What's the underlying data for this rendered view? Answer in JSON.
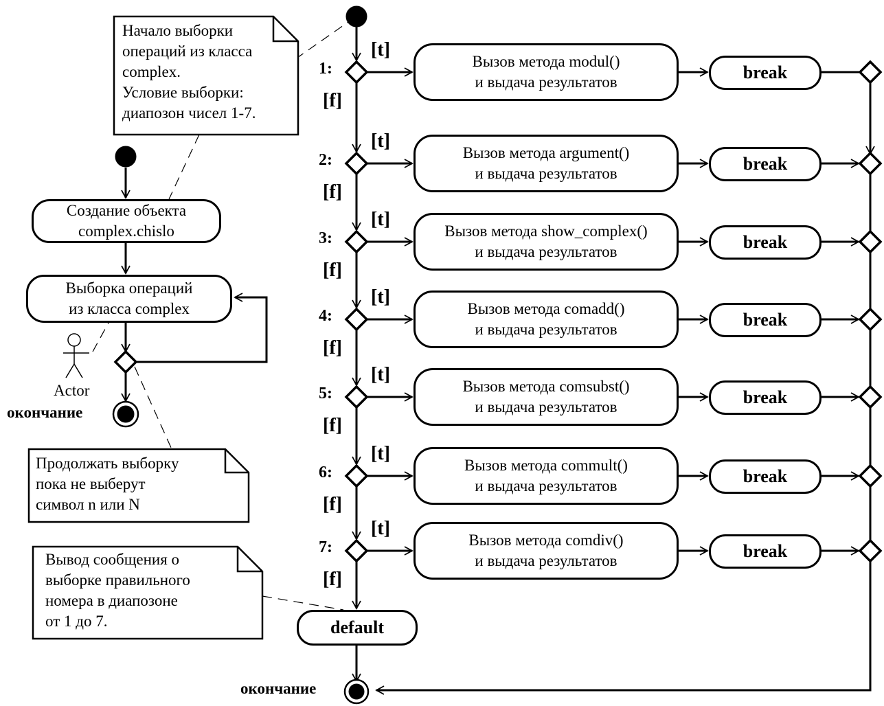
{
  "notes": {
    "selection_start": "Начало выборки\nопераций из класса\ncomplex.\n Условие выборки:\nдиапозон чисел 1-7.",
    "continue_selection": "Продолжать выборку\nпока не выберут\nсимвол  n или N",
    "default_message": "Вывод сообщения о\nвыборке правильного\nномера в диапозоне\nот 1 до 7."
  },
  "left_flow": {
    "create_object": "Создание объекта\ncomplex.chislo",
    "select_operations": "Выборка операций\nиз класса complex",
    "actor_label": "Actor",
    "end_label": "окончание"
  },
  "guards": {
    "true_label": "[t]",
    "false_label": "[f]"
  },
  "cases": [
    {
      "number": "1:",
      "action": "Вызов метода modul()\nи выдача результатов",
      "break_label": "break"
    },
    {
      "number": "2:",
      "action": "Вызов метода argument()\nи выдача результатов",
      "break_label": "break"
    },
    {
      "number": "3:",
      "action": "Вызов метода show_complex()\nи выдача результатов",
      "break_label": "break"
    },
    {
      "number": "4:",
      "action": "Вызов метода comadd()\nи выдача результатов",
      "break_label": "break"
    },
    {
      "number": "5:",
      "action": "Вызов метода comsubst()\nи выдача результатов",
      "break_label": "break"
    },
    {
      "number": "6:",
      "action": "Вызов метода commult()\nи выдача результатов",
      "break_label": "break"
    },
    {
      "number": "7:",
      "action": "Вызов метода comdiv()\nи выдача результатов",
      "break_label": "break"
    }
  ],
  "default_label": "default",
  "main_end_label": "окончание"
}
